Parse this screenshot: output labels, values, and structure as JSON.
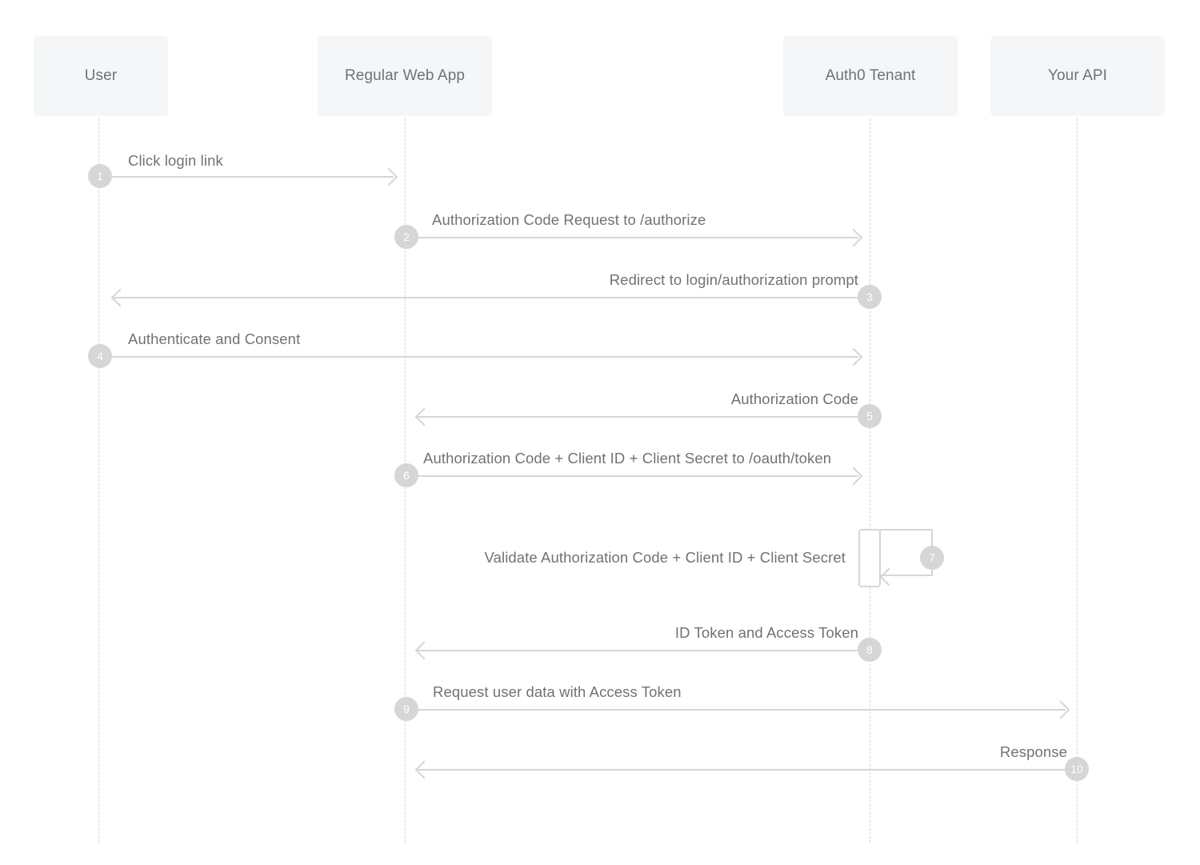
{
  "diagram": {
    "title": "Authorization Code Flow sequence diagram",
    "background_color": "#ffffff",
    "accent_color": "#d4d6d8",
    "text_color": "#6e7377",
    "actor_box_color": "#f5f6f7"
  },
  "actors": [
    {
      "id": "user",
      "label": "User"
    },
    {
      "id": "regular-web-app",
      "label": "Regular Web App"
    },
    {
      "id": "auth0-tenant",
      "label": "Auth0 Tenant"
    },
    {
      "id": "your-api",
      "label": "Your API"
    }
  ],
  "steps": [
    {
      "number": "1",
      "label": "Click login link",
      "from": "user",
      "to": "regular-web-app",
      "direction": "right"
    },
    {
      "number": "2",
      "label": "Authorization Code Request to /authorize",
      "from": "regular-web-app",
      "to": "auth0-tenant",
      "direction": "right"
    },
    {
      "number": "3",
      "label": "Redirect to login/authorization prompt",
      "from": "auth0-tenant",
      "to": "user",
      "direction": "left"
    },
    {
      "number": "4",
      "label": "Authenticate and Consent",
      "from": "user",
      "to": "auth0-tenant",
      "direction": "right"
    },
    {
      "number": "5",
      "label": "Authorization Code",
      "from": "auth0-tenant",
      "to": "regular-web-app",
      "direction": "left"
    },
    {
      "number": "6",
      "label": "Authorization Code + Client ID + Client Secret to /oauth/token",
      "from": "regular-web-app",
      "to": "auth0-tenant",
      "direction": "right"
    },
    {
      "number": "7",
      "label": "Validate Authorization Code + Client ID + Client Secret",
      "from": "auth0-tenant",
      "to": "auth0-tenant",
      "direction": "self"
    },
    {
      "number": "8",
      "label": "ID Token and Access Token",
      "from": "auth0-tenant",
      "to": "regular-web-app",
      "direction": "left"
    },
    {
      "number": "9",
      "label": "Request user data with Access Token",
      "from": "regular-web-app",
      "to": "your-api",
      "direction": "right"
    },
    {
      "number": "10",
      "label": "Response",
      "from": "your-api",
      "to": "regular-web-app",
      "direction": "left"
    }
  ]
}
